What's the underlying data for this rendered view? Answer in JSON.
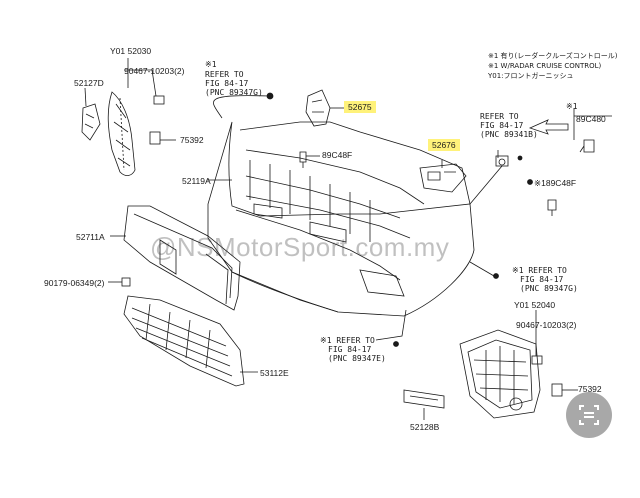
{
  "diagram": {
    "watermark": "@NSMotorSport.com.my",
    "legend": {
      "line1": "※1 有り(レーダークルーズコントロール)",
      "line2": "※1 W/RADAR CRUISE CONTROL)",
      "line3": "Y01:フロントガーニッシュ"
    },
    "part_numbers": {
      "y01_52030": "Y01 52030",
      "p90467_top": "90467-10203(2)",
      "p52127d": "52127D",
      "p75392_top": "75392",
      "p52675": "52675",
      "p89c48f_a": "89C48F",
      "p52119a": "52119A",
      "p52676": "52676",
      "p89c480": "89C480",
      "p89c48f_b": "※189C48F",
      "p52711a": "52711A",
      "p90179": "90179-06349(2)",
      "p53112e": "53112E",
      "y01_52040": "Y01 52040",
      "p90467_bot": "90467-10203(2)",
      "p75392_bot": "75392",
      "p52128b": "52128B"
    },
    "callouts": {
      "refer_1": {
        "mark": "※1",
        "line1": "REFER TO",
        "line2": "FIG 84-17",
        "line3": "(PNC 89347G)"
      },
      "refer_2": {
        "mark": "",
        "line1": "REFER TO",
        "line2": "FIG 84-17",
        "line3": "(PNC 89341B)",
        "mark_right": "※1"
      },
      "refer_3": {
        "line1": "※1 REFER TO",
        "line2": "FIG 84-17",
        "line3": "(PNC 89347G)"
      },
      "refer_4": {
        "line1": "※1 REFER TO",
        "line2": "FIG 84-17",
        "line3": "(PNC 89347E)"
      }
    },
    "colors": {
      "highlight": "#fff27a",
      "line": "#1a1a1a"
    }
  }
}
